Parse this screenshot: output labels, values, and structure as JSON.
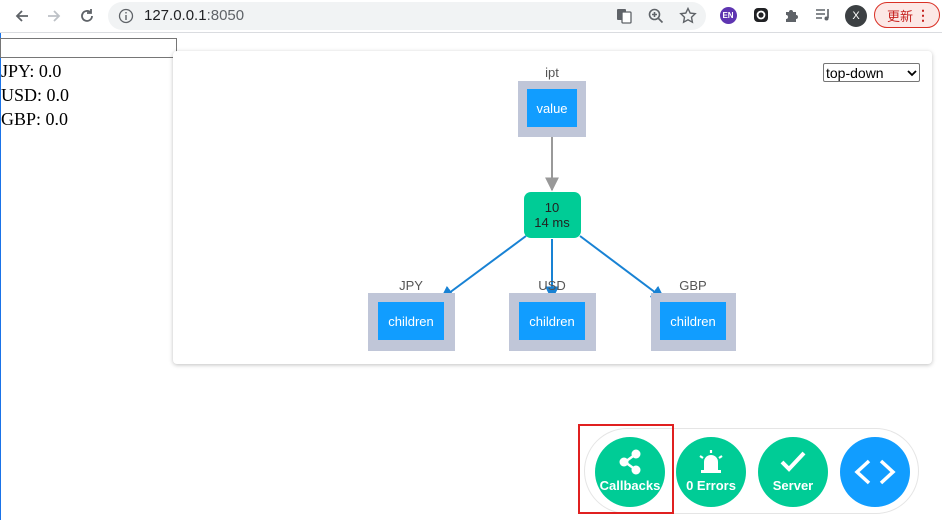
{
  "browser": {
    "url_host": "127.0.0.1",
    "url_port": ":8050",
    "extension_badge": "EN",
    "profile_initial": "X",
    "update_label": "更新"
  },
  "app": {
    "input_value": "",
    "lines": [
      "JPY: 0.0",
      "USD: 0.0",
      "GBP: 0.0"
    ]
  },
  "graph": {
    "layout_selected": "top-down",
    "input_node": {
      "group": "ipt",
      "prop": "value"
    },
    "callback_node": {
      "count": "10",
      "time": "14 ms"
    },
    "output_nodes": [
      {
        "group": "JPY",
        "prop": "children"
      },
      {
        "group": "USD",
        "prop": "children"
      },
      {
        "group": "GBP",
        "prop": "children"
      }
    ],
    "colors": {
      "prop_node": "#119dff",
      "group_border": "#c0c6d8",
      "callback_node": "#00cc96",
      "input_edge": "#999999",
      "output_edge": "#1882d4"
    }
  },
  "devtools": {
    "callbacks_label": "Callbacks",
    "errors_label": "0 Errors",
    "server_label": "Server",
    "icons": [
      "share-icon",
      "bell-icon",
      "check-icon",
      "code-icon"
    ]
  }
}
